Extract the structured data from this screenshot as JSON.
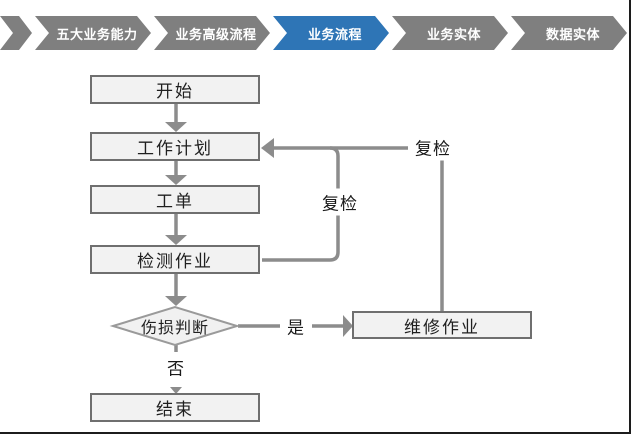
{
  "breadcrumb": {
    "items": [
      {
        "label": "五大业务能力",
        "active": false
      },
      {
        "label": "业务高级流程",
        "active": false
      },
      {
        "label": "业务流程",
        "active": true
      },
      {
        "label": "业务实体",
        "active": false
      },
      {
        "label": "数据实体",
        "active": false
      }
    ],
    "inactive_color": "#7f7f7f",
    "active_color": "#2e75b6",
    "text_color": "#ffffff"
  },
  "flowchart": {
    "nodes": {
      "start": "开始",
      "work_plan": "工作计划",
      "work_order": "工单",
      "inspection": "检测作业",
      "damage_decision": "伤损判断",
      "repair": "维修作业",
      "end": "结束"
    },
    "edge_labels": {
      "recheck_inner": "复检",
      "recheck_outer": "复检",
      "yes": "是",
      "no": "否"
    },
    "node_fill": "#f2f2f2",
    "node_border": "#6f6f6f",
    "connector_color": "#8c8c8c"
  }
}
